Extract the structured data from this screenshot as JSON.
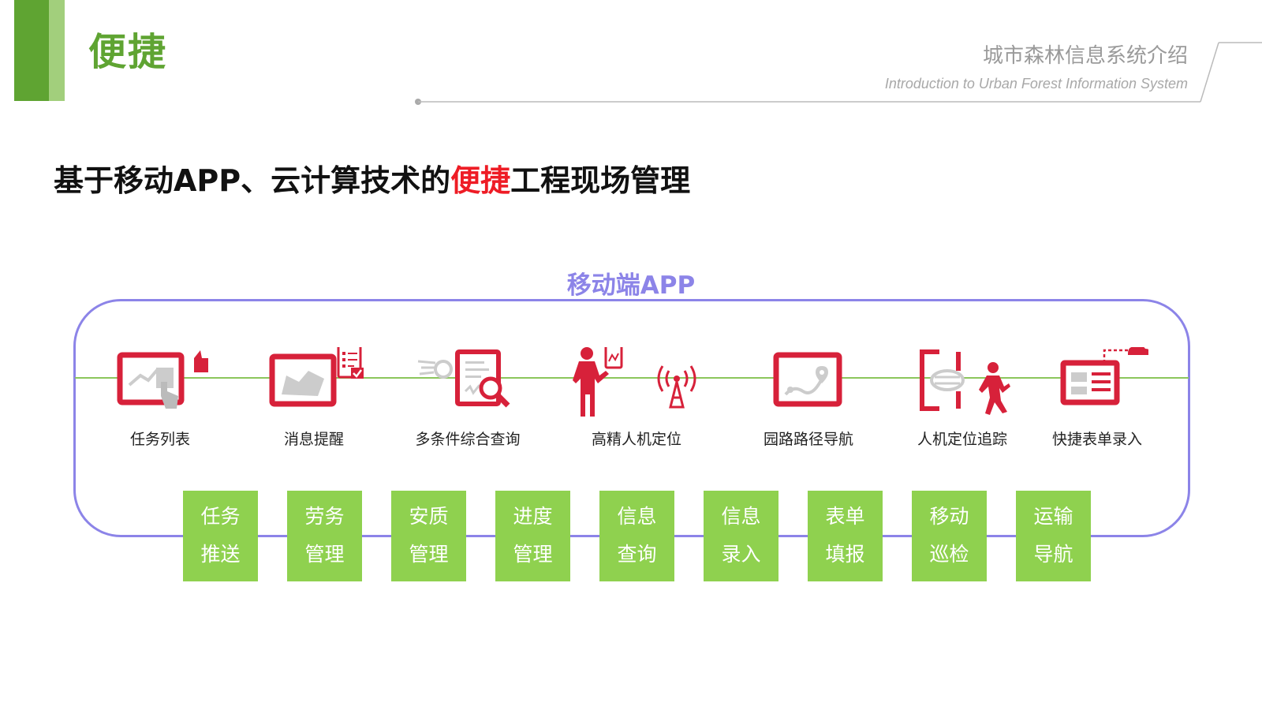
{
  "header": {
    "title": "便捷",
    "brand_cn": "城市森林信息系统介绍",
    "brand_en": "Introduction to Urban Forest Information System"
  },
  "headline": {
    "prefix": "基于移动APP、云计算技术的",
    "highlight": "便捷",
    "suffix": "工程现场管理"
  },
  "app": {
    "title": "移动端APP",
    "features": [
      {
        "label": "任务列表",
        "icon": "tablet-touch-icon"
      },
      {
        "label": "消息提醒",
        "icon": "tablet-message-icon"
      },
      {
        "label": "多条件综合查询",
        "icon": "document-search-icon"
      },
      {
        "label": "高精人机定位",
        "icon": "person-signal-icon"
      },
      {
        "label": "园路路径导航",
        "icon": "tablet-map-icon"
      },
      {
        "label": "人机定位追踪",
        "icon": "person-tracking-icon"
      },
      {
        "label": "快捷表单录入",
        "icon": "form-cloud-icon"
      }
    ],
    "modules": [
      {
        "line1": "任务",
        "line2": "推送"
      },
      {
        "line1": "劳务",
        "line2": "管理"
      },
      {
        "line1": "安质",
        "line2": "管理"
      },
      {
        "line1": "进度",
        "line2": "管理"
      },
      {
        "line1": "信息",
        "line2": "查询"
      },
      {
        "line1": "信息",
        "line2": "录入"
      },
      {
        "line1": "表单",
        "line2": "填报"
      },
      {
        "line1": "移动",
        "line2": "巡检"
      },
      {
        "line1": "运输",
        "line2": "导航"
      }
    ]
  },
  "colors": {
    "green_dark": "#5fa432",
    "green_light": "#a2cf7c",
    "module_green": "#8fd14f",
    "purple": "#8c84e8",
    "red": "#ee1c25",
    "icon_red": "#d7213a"
  }
}
